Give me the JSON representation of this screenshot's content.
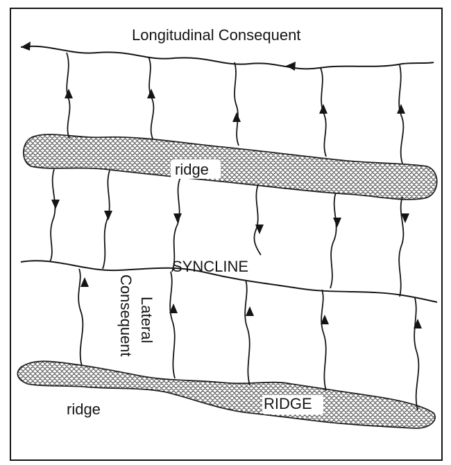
{
  "labels": {
    "longitudinal": "Longitudinal Consequent",
    "ridge_top": "ridge",
    "syncline": "SYNCLINE",
    "lateral_line1": "Lateral",
    "lateral_line2": "Consequent",
    "ridge_bottom_small": "ridge",
    "ridge_bottom_caps": "RIDGE"
  },
  "colors": {
    "ink": "#141414",
    "ridge_fill": "#6e6e6e",
    "background": "#ffffff"
  }
}
